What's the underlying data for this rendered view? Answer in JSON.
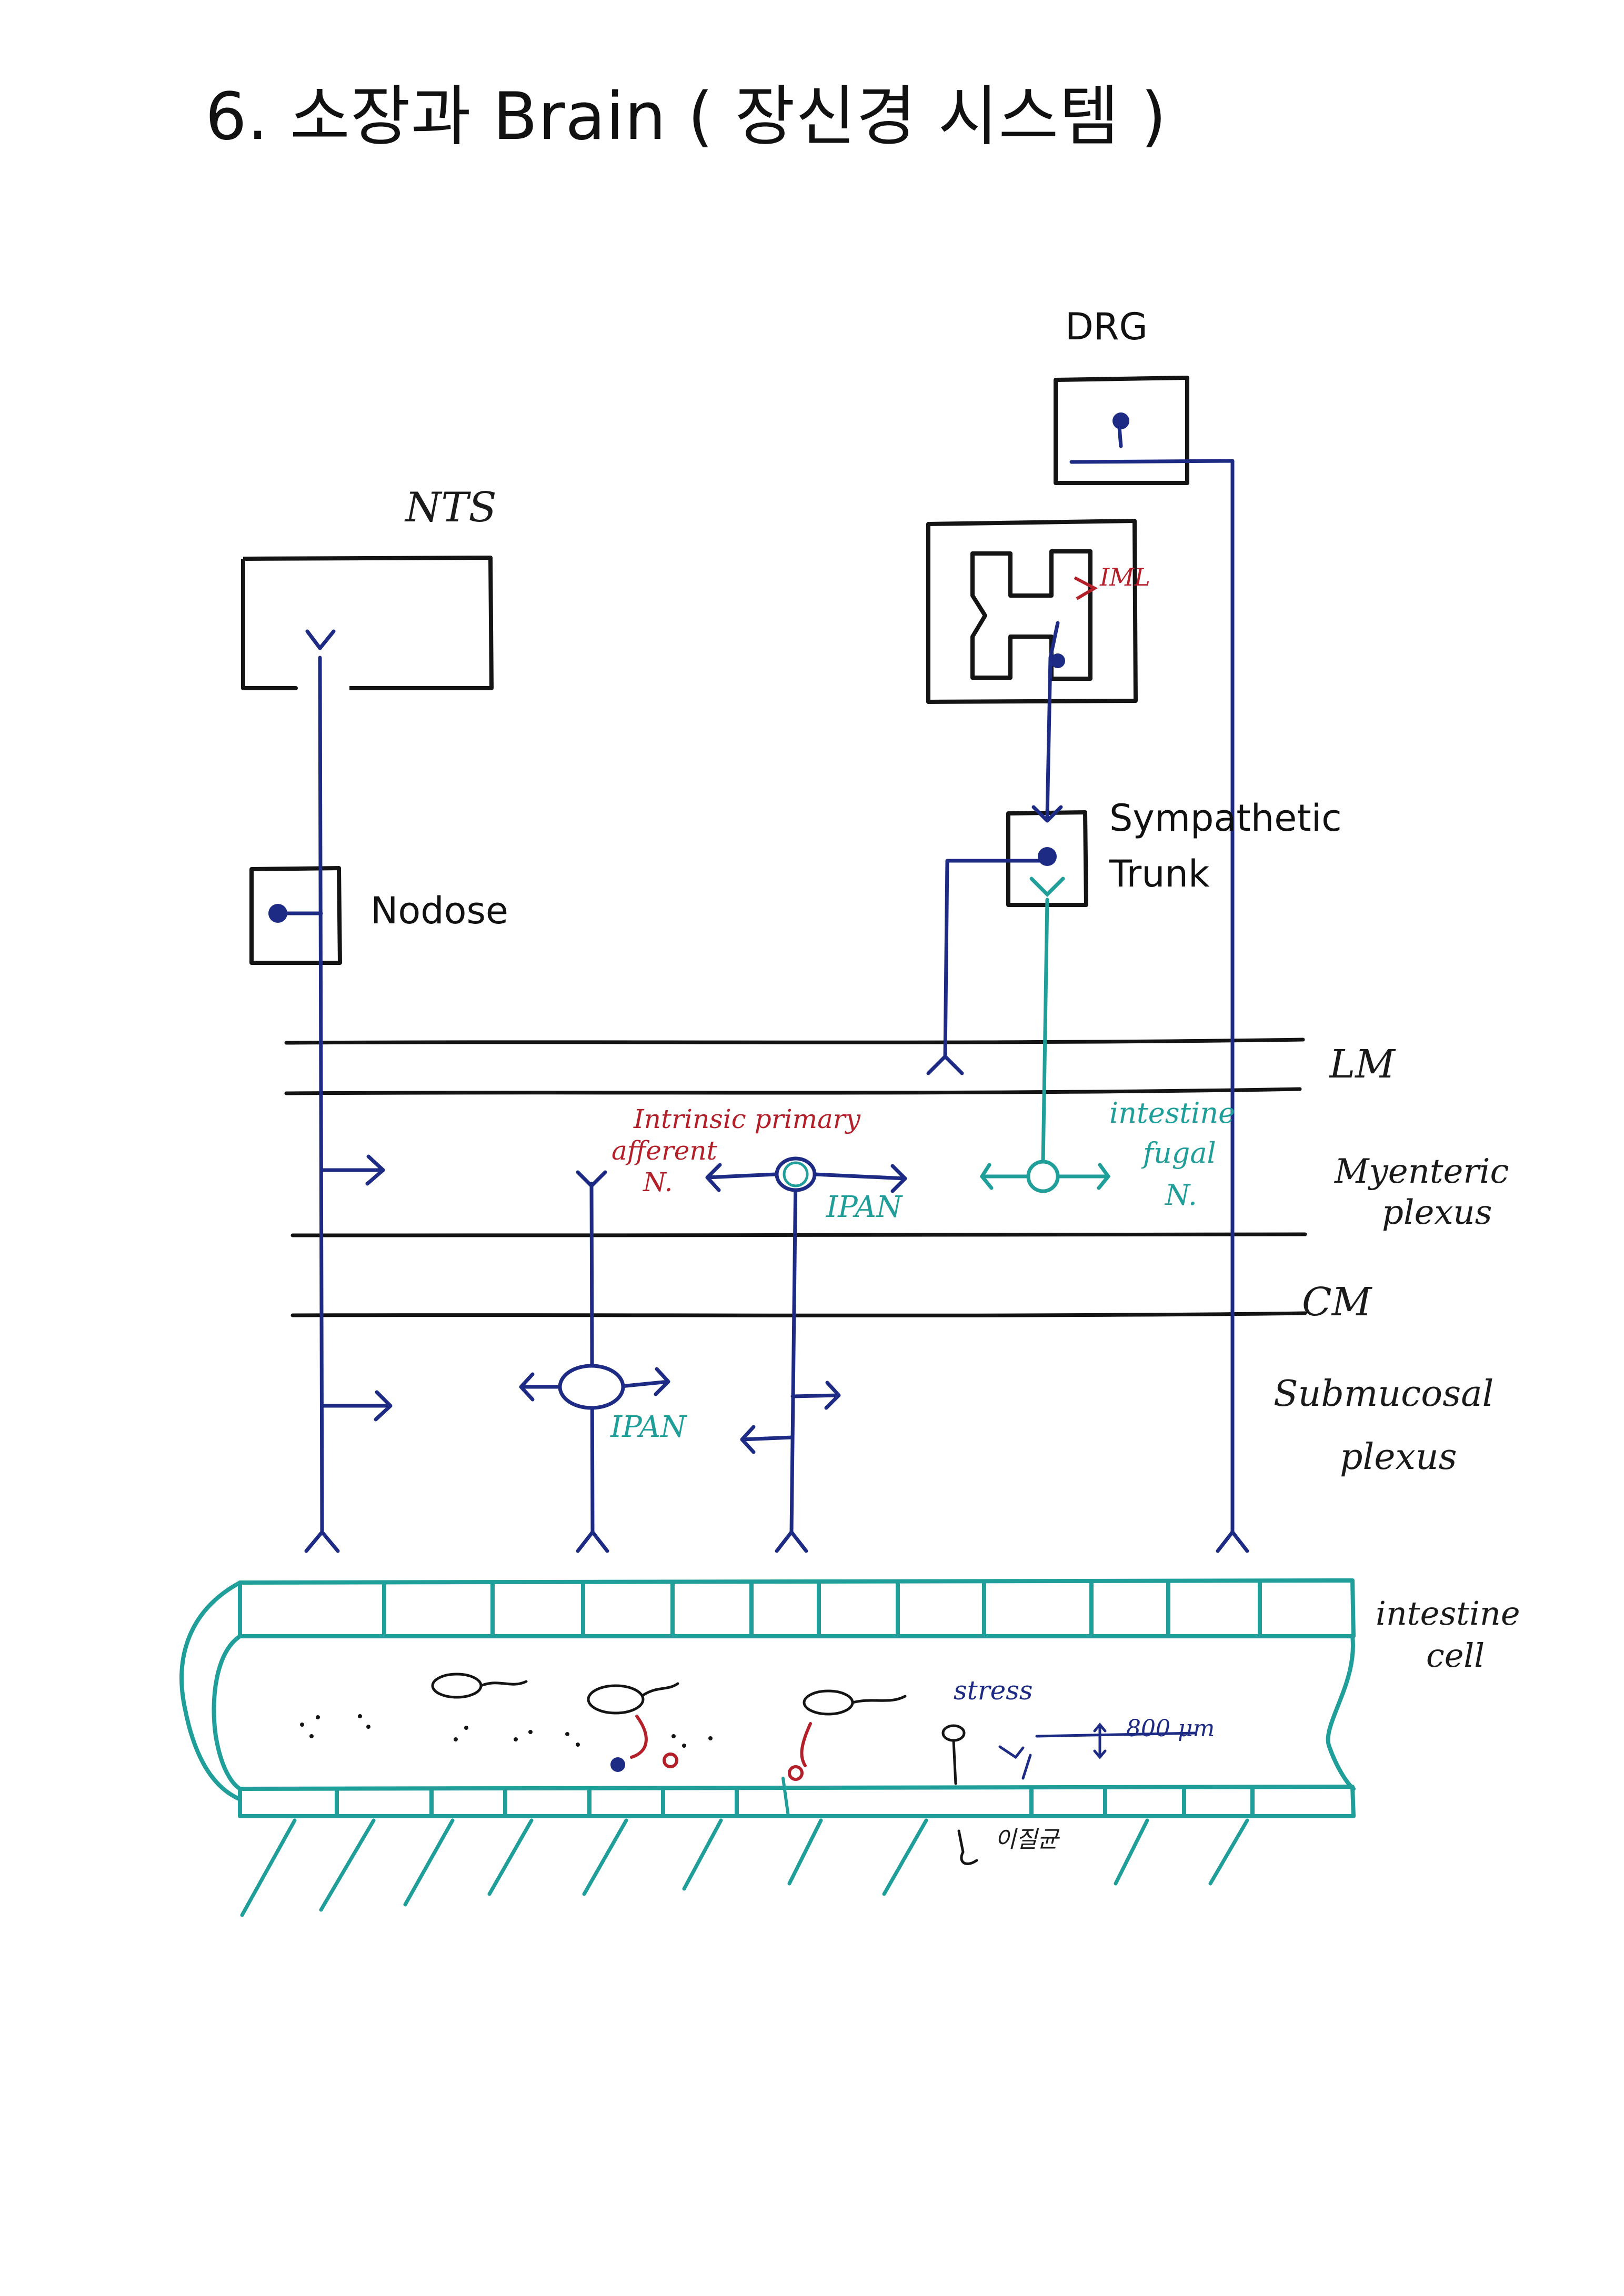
{
  "title": "6.  소장과 Brain ( 장신경 시스템 )",
  "colors": {
    "ink": "#141414",
    "nerve": "#1d2b84",
    "efferent": "#1f9e9a",
    "label_red": "#b3202a"
  },
  "labels": {
    "drg": "DRG",
    "nts": "NTS",
    "iml": "IML",
    "nodose": "Nodose",
    "sympathetic": "Sympathetic",
    "trunk": "Trunk",
    "lm": "LM",
    "cm": "CM",
    "myenteric": "Myenteric",
    "plexus_1": "plexus",
    "submucosal": "Submucosal",
    "plexus_2": "plexus",
    "intrinsic_1": "Intrinsic primary",
    "intrinsic_2": "afferent",
    "intrinsic_3": "N.",
    "ipan_1": "IPAN",
    "ipan_2": "IPAN",
    "ifn_1": "intestine",
    "ifn_2": "fugal",
    "ifn_3": "N.",
    "intestine_1": "intestine",
    "intestine_2": "cell",
    "stress": "stress",
    "thickness": "800 μm",
    "cilia": "이질균"
  }
}
